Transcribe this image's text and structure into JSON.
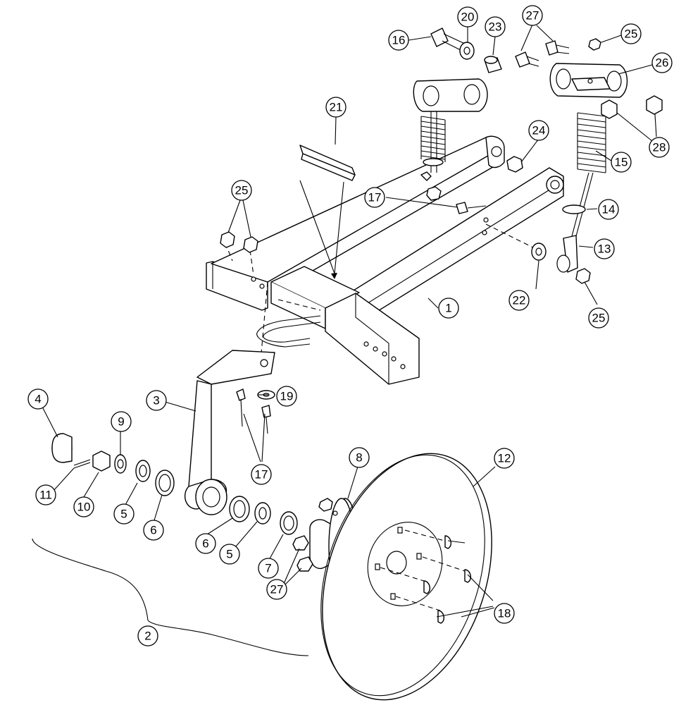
{
  "diagram": {
    "type": "exploded-parts-view",
    "callouts": [
      {
        "id": "c1",
        "label": "1"
      },
      {
        "id": "c2",
        "label": "2"
      },
      {
        "id": "c3",
        "label": "3"
      },
      {
        "id": "c4",
        "label": "4"
      },
      {
        "id": "c5a",
        "label": "5"
      },
      {
        "id": "c5b",
        "label": "5"
      },
      {
        "id": "c6a",
        "label": "6"
      },
      {
        "id": "c6b",
        "label": "6"
      },
      {
        "id": "c7",
        "label": "7"
      },
      {
        "id": "c8",
        "label": "8"
      },
      {
        "id": "c9",
        "label": "9"
      },
      {
        "id": "c10",
        "label": "10"
      },
      {
        "id": "c11",
        "label": "11"
      },
      {
        "id": "c12",
        "label": "12"
      },
      {
        "id": "c13",
        "label": "13"
      },
      {
        "id": "c14",
        "label": "14"
      },
      {
        "id": "c15",
        "label": "15"
      },
      {
        "id": "c16",
        "label": "16"
      },
      {
        "id": "c17a",
        "label": "17"
      },
      {
        "id": "c17b",
        "label": "17"
      },
      {
        "id": "c18",
        "label": "18"
      },
      {
        "id": "c19",
        "label": "19"
      },
      {
        "id": "c20",
        "label": "20"
      },
      {
        "id": "c21",
        "label": "21"
      },
      {
        "id": "c22",
        "label": "22"
      },
      {
        "id": "c23",
        "label": "23"
      },
      {
        "id": "c24",
        "label": "24"
      },
      {
        "id": "c25a",
        "label": "25"
      },
      {
        "id": "c25b",
        "label": "25"
      },
      {
        "id": "c25c",
        "label": "25"
      },
      {
        "id": "c26",
        "label": "26"
      },
      {
        "id": "c27a",
        "label": "27"
      },
      {
        "id": "c27b",
        "label": "27"
      },
      {
        "id": "c28",
        "label": "28"
      }
    ]
  }
}
